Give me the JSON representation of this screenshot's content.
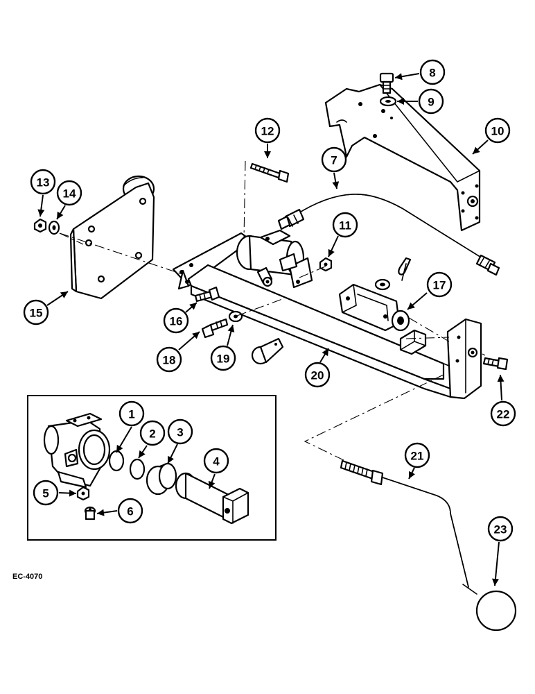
{
  "reference_code": "EC-4070",
  "callouts": [
    {
      "label": "1"
    },
    {
      "label": "2"
    },
    {
      "label": "3"
    },
    {
      "label": "4"
    },
    {
      "label": "5"
    },
    {
      "label": "6"
    },
    {
      "label": "7"
    },
    {
      "label": "8"
    },
    {
      "label": "9"
    },
    {
      "label": "10"
    },
    {
      "label": "11"
    },
    {
      "label": "12"
    },
    {
      "label": "13"
    },
    {
      "label": "14"
    },
    {
      "label": "15"
    },
    {
      "label": "16"
    },
    {
      "label": "17"
    },
    {
      "label": "18"
    },
    {
      "label": "19"
    },
    {
      "label": "20"
    },
    {
      "label": "21"
    },
    {
      "label": "22"
    },
    {
      "label": "23"
    }
  ]
}
